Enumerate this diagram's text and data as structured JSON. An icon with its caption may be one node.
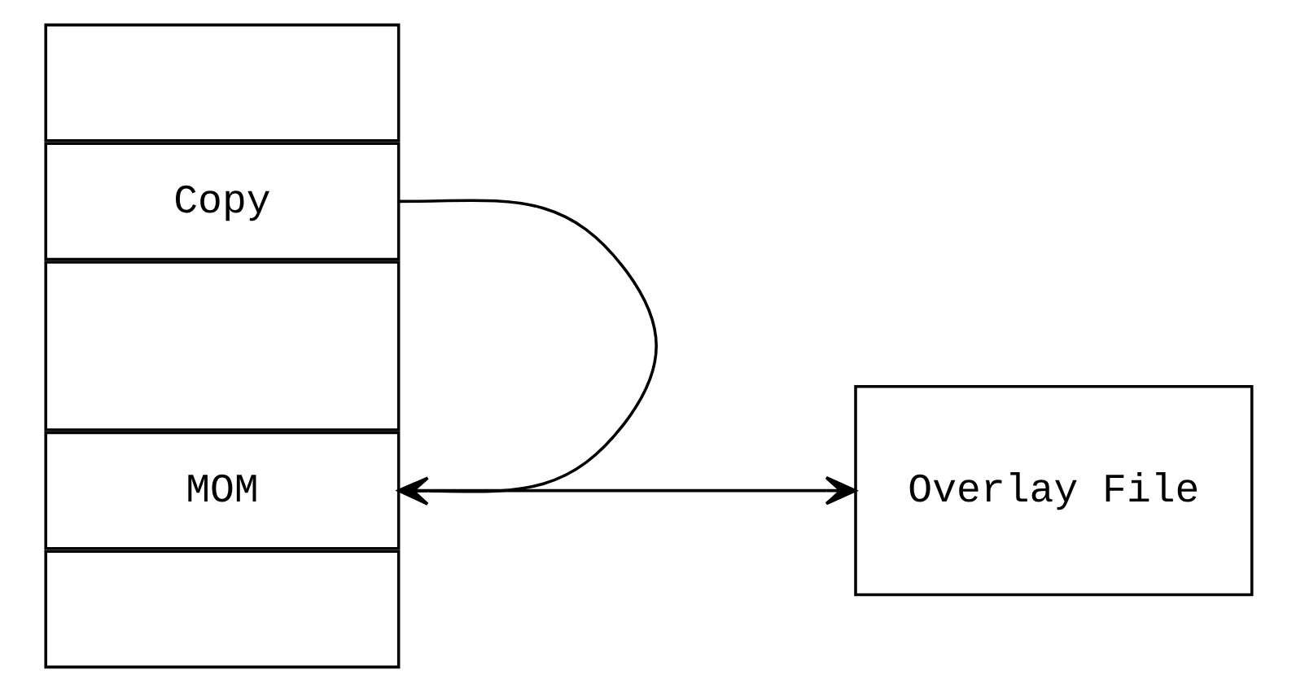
{
  "diagram": {
    "nodes": [
      {
        "text": [],
        "shape": "box"
      },
      {
        "text": [
          "Copy"
        ]
      },
      {
        "text": [],
        "shape": "box"
      },
      {
        "text": [
          "MOM"
        ]
      },
      {
        "text": [],
        "shape": "box"
      },
      {
        "text": [
          "Overlay File"
        ]
      }
    ],
    "edges": [
      {
        "from": 1,
        "to": 3,
        "arrow": "to"
      },
      {
        "from": 3,
        "to": 5,
        "arrow": "to"
      }
    ]
  }
}
